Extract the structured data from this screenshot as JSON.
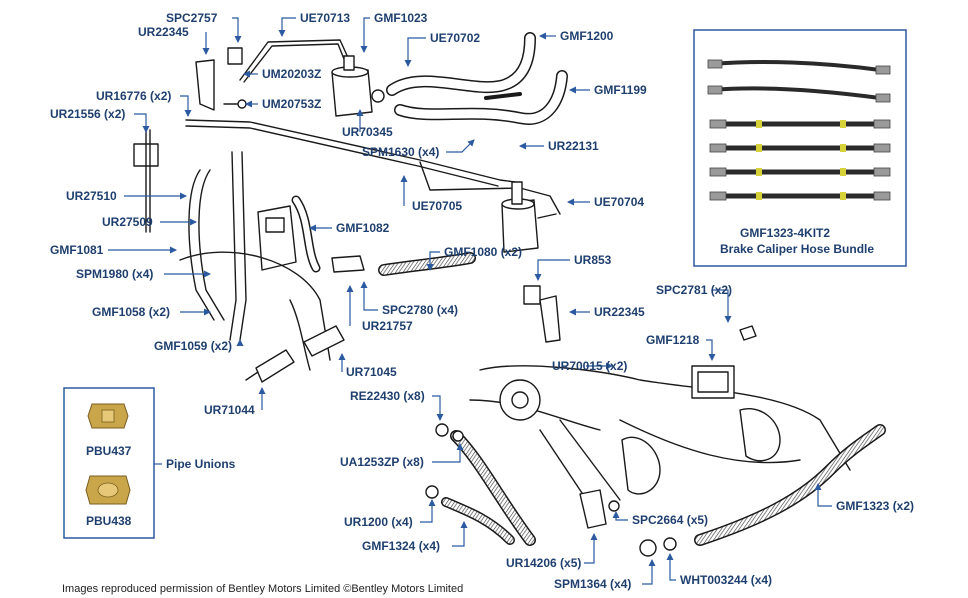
{
  "diagram": {
    "credit": "Images reproduced permission of Bentley Motors Limited ©Bentley Motors Limited",
    "parts": [
      {
        "id": "SPC2757",
        "label": "SPC2757"
      },
      {
        "id": "UR22345a",
        "label": "UR22345"
      },
      {
        "id": "UE70713",
        "label": "UE70713"
      },
      {
        "id": "GMF1023",
        "label": "GMF1023"
      },
      {
        "id": "UE70702",
        "label": "UE70702"
      },
      {
        "id": "GMF1200",
        "label": "GMF1200"
      },
      {
        "id": "UM20203Z",
        "label": "UM20203Z"
      },
      {
        "id": "UR16776",
        "label": "UR16776 (x2)"
      },
      {
        "id": "UM20753Z",
        "label": "UM20753Z"
      },
      {
        "id": "GMF1199",
        "label": "GMF1199"
      },
      {
        "id": "UR21556",
        "label": "UR21556 (x2)"
      },
      {
        "id": "UR70345",
        "label": "UR70345"
      },
      {
        "id": "SPM1630",
        "label": "SPM1630 (x4)"
      },
      {
        "id": "UR22131",
        "label": "UR22131"
      },
      {
        "id": "UR27510",
        "label": "UR27510"
      },
      {
        "id": "UE70705",
        "label": "UE70705"
      },
      {
        "id": "UE70704",
        "label": "UE70704"
      },
      {
        "id": "UR27509",
        "label": "UR27509"
      },
      {
        "id": "GMF1082",
        "label": "GMF1082"
      },
      {
        "id": "GMF1081",
        "label": "GMF1081"
      },
      {
        "id": "GMF1080",
        "label": "GMF1080 (x2)"
      },
      {
        "id": "UR853",
        "label": "UR853"
      },
      {
        "id": "SPM1980",
        "label": "SPM1980 (x4)"
      },
      {
        "id": "SPC2781",
        "label": "SPC2781 (x2)"
      },
      {
        "id": "GMF1058",
        "label": "GMF1058 (x2)"
      },
      {
        "id": "SPC2780",
        "label": "SPC2780 (x4)"
      },
      {
        "id": "UR22345b",
        "label": "UR22345"
      },
      {
        "id": "UR21757",
        "label": "UR21757"
      },
      {
        "id": "GMF1218",
        "label": "GMF1218"
      },
      {
        "id": "GMF1059",
        "label": "GMF1059 (x2)"
      },
      {
        "id": "UR70015",
        "label": "UR70015 (x2)"
      },
      {
        "id": "UR71045",
        "label": "UR71045"
      },
      {
        "id": "RE22430",
        "label": "RE22430 (x8)"
      },
      {
        "id": "UR71044",
        "label": "UR71044"
      },
      {
        "id": "UA1253ZP",
        "label": "UA1253ZP (x8)"
      },
      {
        "id": "GMF1323",
        "label": "GMF1323 (x2)"
      },
      {
        "id": "UR1200",
        "label": "UR1200 (x4)"
      },
      {
        "id": "SPC2664",
        "label": "SPC2664 (x5)"
      },
      {
        "id": "GMF1324",
        "label": "GMF1324 (x4)"
      },
      {
        "id": "UR14206",
        "label": "UR14206 (x5)"
      },
      {
        "id": "SPM1364",
        "label": "SPM1364 (x4)"
      },
      {
        "id": "WHT003244",
        "label": "WHT003244 (x4)"
      }
    ],
    "kit_box": {
      "code": "GMF1323-4KIT2",
      "title": "Brake Caliper Hose Bundle"
    },
    "unions_box": {
      "group_label": "Pipe Unions",
      "items": [
        {
          "id": "PBU437",
          "label": "PBU437"
        },
        {
          "id": "PBU438",
          "label": "PBU438"
        }
      ]
    },
    "colors": {
      "label": "#1f3f6e",
      "leader": "#2b5aa0",
      "line_art": "#1a1a1a",
      "hose_dark": "#2a2a2a",
      "hose_band": "#d8d23a",
      "union_brass": "#c9a64a"
    }
  }
}
